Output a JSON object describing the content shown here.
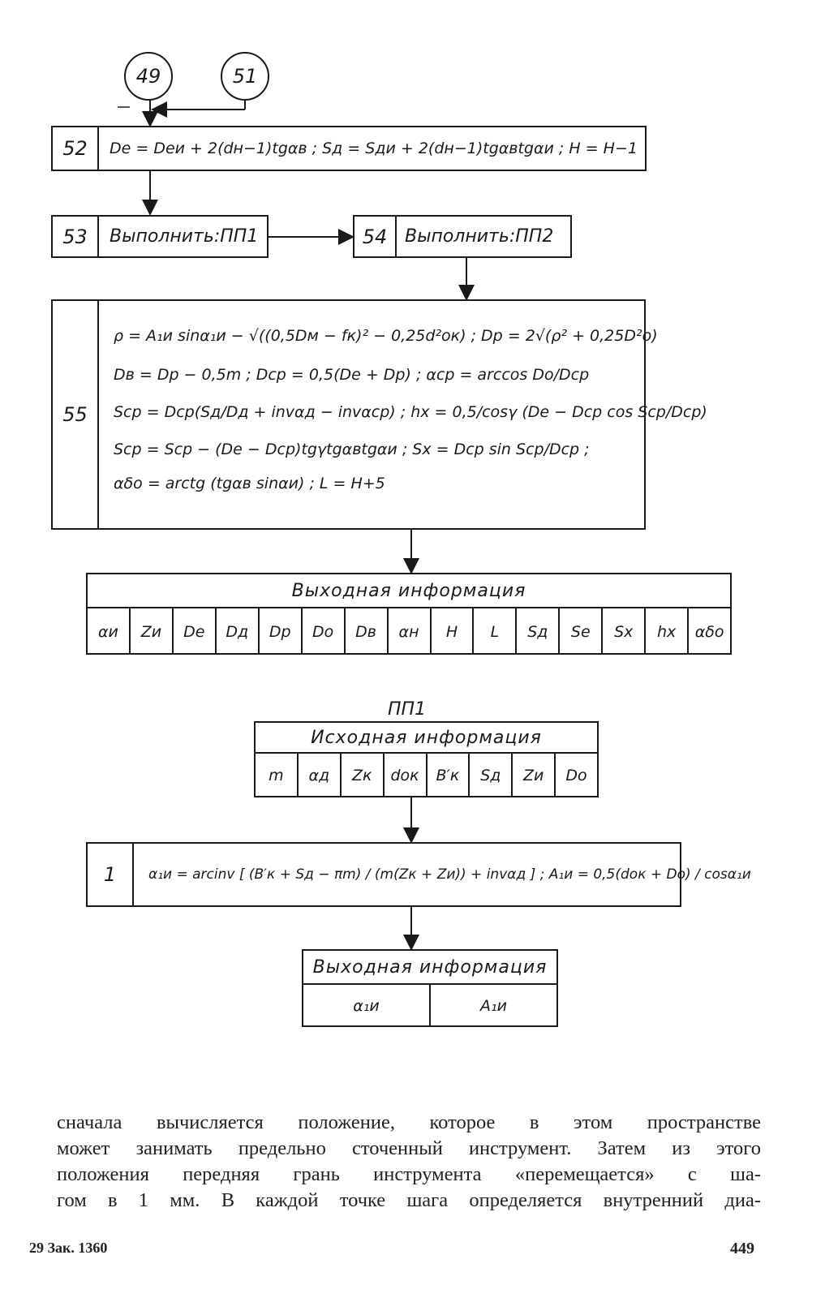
{
  "connectors": [
    "49",
    "51"
  ],
  "block52": {
    "number": "52",
    "formula": "Dе = Dеи + 2(dн−1)tgαв ;  Sд = Sди + 2(dн−1)tgαвtgαи ;  H = H−1"
  },
  "block53": {
    "number": "53",
    "text": "Выполнить:ПП1"
  },
  "block54": {
    "number": "54",
    "text": "Выполнить:ПП2"
  },
  "block55": {
    "number": "55",
    "lines": [
      "ρ = A₁и sinα₁и − √((0,5Dм − fк)² − 0,25d²ок) ;  Dр = 2√(ρ² + 0,25D²о)",
      "Dв = Dр − 0,5m ;  Dср = 0,5(Dе + Dр) ;  αср = arccos Dо/Dср",
      "Sср = Dср(Sд/Dд + invαд − invαср) ;  hх = 0,5/cosγ (Dе − Dср cos Sср/Dср)",
      "Sср = Sср − (Dе − Dср)tgγtgαвtgαи ;  Sх = Dср sin Sср/Dср ;",
      "αδо = arctg (tgαв sinαи) ;      L = H+5"
    ]
  },
  "output_main": {
    "title": "Выходная   информация",
    "cells": [
      "αи",
      "Zи",
      "Dе",
      "Dд",
      "Dр",
      "Dо",
      "Dв",
      "αн",
      "H",
      "L",
      "Sд",
      "Sе",
      "Sх",
      "hх",
      "αδо"
    ]
  },
  "pp1": {
    "title": "ПП1",
    "input": {
      "title": "Исходная   информация",
      "cells": [
        "m",
        "αд",
        "Zк",
        "dок",
        "B′к",
        "Sд",
        "Zи",
        "Dо"
      ]
    },
    "block1": {
      "number": "1",
      "formula": "α₁и = arcinv [ (B′к + Sд − πm) / (m(Zк + Zи)) + invαд ] ;  A₁и = 0,5(dок + Dо) / cosα₁и"
    },
    "output": {
      "title": "Выходная  информация",
      "cells": [
        "α₁и",
        "A₁и"
      ]
    }
  },
  "paragraph": [
    "сначала вычисляется положение, которое в этом пространстве",
    "может занимать предельно сточенный инструмент. Затем из этого",
    "положения передняя грань инструмента «перемещается» с ша-",
    "гом в 1 мм. В каждой точке шага определяется внутренний диа-"
  ],
  "footer": {
    "left": "29 Зак. 1360",
    "page": "449"
  }
}
